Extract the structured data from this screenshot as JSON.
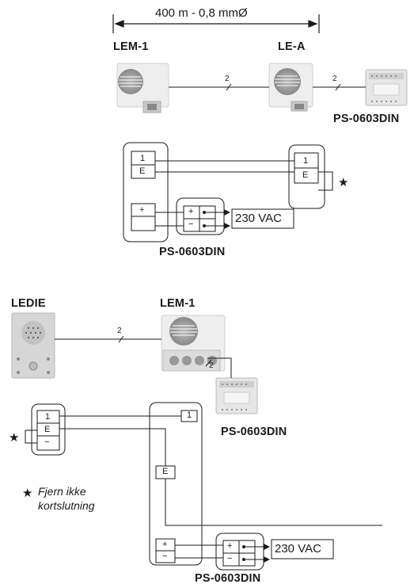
{
  "top": {
    "distance_label": "400 m - 0,8 mmØ",
    "device_left": "LEM-1",
    "device_right": "LE-A",
    "power_supply": "PS-0603DIN",
    "wire_count_1": "2",
    "wire_count_2": "2"
  },
  "wiring1": {
    "term_1": "1",
    "term_e": "E",
    "term_plus": "+",
    "term_minus": "−",
    "mains": "230 VAC",
    "psu_label": "PS-0603DIN"
  },
  "bottom": {
    "device_left": "LEDIE",
    "device_right": "LEM-1",
    "power_supply": "PS-0603DIN",
    "wire_count_1": "2",
    "wire_count_2": "2"
  },
  "wiring2": {
    "term_1": "1",
    "term_e": "E",
    "term_minus": "−",
    "term_plus": "+",
    "mains": "230 VAC",
    "psu_label": "PS-0603DIN"
  },
  "note": {
    "star": "★",
    "line1": "Fjern ikke",
    "line2": "kortslutning"
  }
}
